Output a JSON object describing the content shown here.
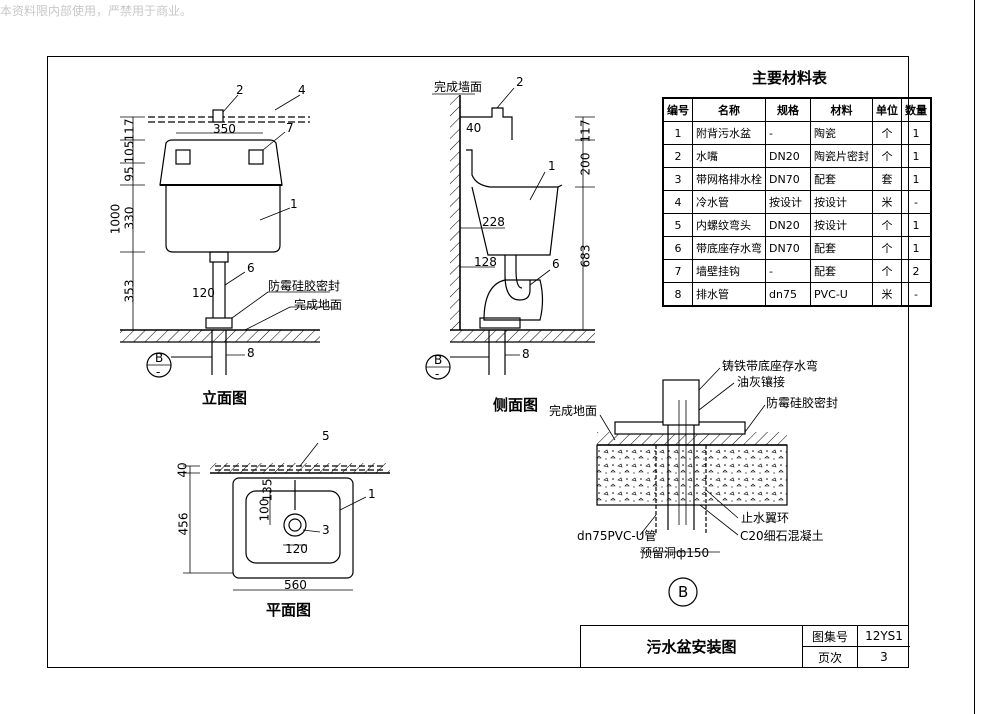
{
  "watermark": "本资料限内部使用，严禁用于商业。",
  "material_table": {
    "title": "主要材料表",
    "headers": [
      "编号",
      "名称",
      "规格",
      "材料",
      "单位",
      "数量"
    ],
    "rows": [
      [
        "1",
        "附背污水盆",
        "-",
        "陶瓷",
        "个",
        "1"
      ],
      [
        "2",
        "水嘴",
        "DN20",
        "陶瓷片密封",
        "个",
        "1"
      ],
      [
        "3",
        "带网格排水栓",
        "DN70",
        "配套",
        "套",
        "1"
      ],
      [
        "4",
        "冷水管",
        "按设计",
        "按设计",
        "米",
        "-"
      ],
      [
        "5",
        "内螺纹弯头",
        "DN20",
        "按设计",
        "个",
        "1"
      ],
      [
        "6",
        "带底座存水弯",
        "DN70",
        "配套",
        "个",
        "1"
      ],
      [
        "7",
        "墙壁挂钩",
        "-",
        "配套",
        "个",
        "2"
      ],
      [
        "8",
        "排水管",
        "dn75",
        "PVC-U",
        "米",
        "-"
      ]
    ]
  },
  "views": {
    "elevation_title": "立面图",
    "side_title": "侧面图",
    "plan_title": "平面图",
    "detail_ref": "B"
  },
  "elevation": {
    "dims": [
      "117",
      "105",
      "95",
      "330",
      "353",
      "1000",
      "350",
      "120"
    ],
    "callouts": [
      "2",
      "4",
      "7",
      "1",
      "6",
      "8"
    ],
    "notes": [
      "防霉硅胶密封",
      "完成地面"
    ],
    "section_mark": "B",
    "section_sub": "-"
  },
  "side": {
    "notes": [
      "完成墙面"
    ],
    "dims": [
      "40",
      "117",
      "200",
      "228",
      "128",
      "683"
    ],
    "callouts": [
      "2",
      "1",
      "6",
      "8"
    ],
    "section_mark": "B",
    "section_sub": "-"
  },
  "plan": {
    "dims": [
      "40",
      "456",
      "100",
      "135",
      "120",
      "560"
    ],
    "callouts": [
      "5",
      "1",
      "3"
    ]
  },
  "detail": {
    "notes": [
      "铸铁带底座存水弯",
      "油灰镶接",
      "防霉硅胶密封",
      "完成地面",
      "止水翼环",
      "C20细石混凝土",
      "dn75PVC-U管",
      "预留洞ф150"
    ]
  },
  "title_block": {
    "drawing_name": "污水盆安装图",
    "atlas_label": "图集号",
    "atlas_no": "12YS1",
    "page_label": "页次",
    "page_no": "3"
  }
}
